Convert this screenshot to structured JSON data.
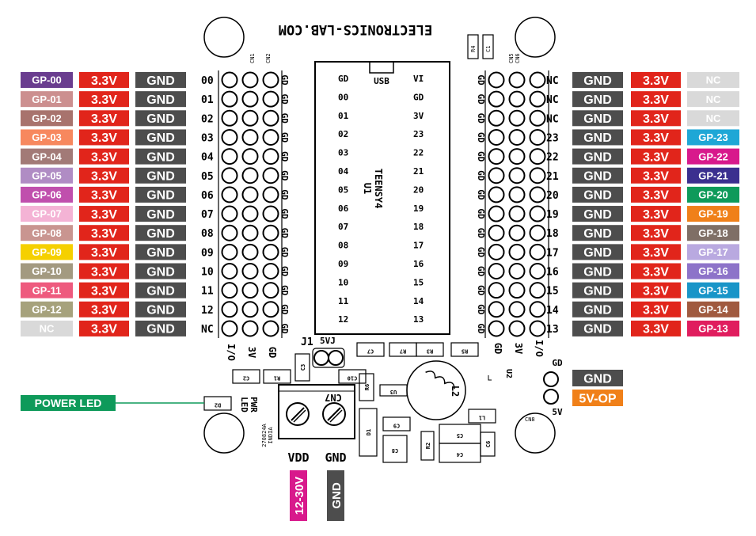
{
  "board": {
    "title": "ELECTRONICS-LAB.COM",
    "code": "270824A",
    "country": "INDIA",
    "mcu_name": "TEENSY4",
    "mcu_ref": "U1",
    "usb_label": "USB",
    "j1": "J1",
    "jumper_5vj": "5VJ",
    "pwr_led": [
      "PWR",
      "LED"
    ],
    "vdd": "VDD",
    "gnd": "GND",
    "cn7": "CN7",
    "cn8": "CN8",
    "left_cn": [
      "CN1",
      "CN2"
    ],
    "right_cn": [
      "CN5",
      "CN6"
    ],
    "bottom_left_header": [
      "I/O",
      "3V",
      "GD"
    ],
    "bottom_right_header": [
      "GD",
      "3V",
      "I/O"
    ],
    "out_header": [
      "GD",
      "5V"
    ],
    "components": [
      "R4",
      "C1",
      "C7",
      "R7",
      "R3",
      "R5",
      "C2",
      "R1",
      "C3",
      "C10",
      "R6",
      "U3",
      "L2",
      "U2",
      "L1",
      "D2",
      "C9",
      "D1",
      "C8",
      "R2",
      "C5",
      "C4",
      "C6"
    ]
  },
  "teensy": {
    "left_pins": [
      "GD",
      "00",
      "01",
      "02",
      "03",
      "04",
      "05",
      "06",
      "07",
      "08",
      "09",
      "10",
      "11",
      "12"
    ],
    "right_pins": [
      "VI",
      "GD",
      "3V",
      "23",
      "22",
      "21",
      "20",
      "19",
      "18",
      "17",
      "16",
      "15",
      "14",
      "13"
    ]
  },
  "left_header": {
    "silk_left": [
      "00",
      "01",
      "02",
      "03",
      "04",
      "05",
      "06",
      "07",
      "08",
      "09",
      "10",
      "11",
      "12",
      "NC"
    ],
    "silk_right": "GD"
  },
  "right_header": {
    "silk_left": "GD",
    "silk_right": [
      "NC",
      "NC",
      "NC",
      "23",
      "22",
      "21",
      "20",
      "19",
      "18",
      "17",
      "16",
      "15",
      "14",
      "13"
    ]
  },
  "left_labels": [
    {
      "gp": "GP-00",
      "gp_color": "#6a3d8f",
      "v": "3.3V",
      "gnd": "GND"
    },
    {
      "gp": "GP-01",
      "gp_color": "#cc8f8f",
      "v": "3.3V",
      "gnd": "GND"
    },
    {
      "gp": "GP-02",
      "gp_color": "#a8736d",
      "v": "3.3V",
      "gnd": "GND"
    },
    {
      "gp": "GP-03",
      "gp_color": "#f7885e",
      "v": "3.3V",
      "gnd": "GND"
    },
    {
      "gp": "GP-04",
      "gp_color": "#a27a77",
      "v": "3.3V",
      "gnd": "GND"
    },
    {
      "gp": "GP-05",
      "gp_color": "#b08cc4",
      "v": "3.3V",
      "gnd": "GND"
    },
    {
      "gp": "GP-06",
      "gp_color": "#c04fad",
      "v": "3.3V",
      "gnd": "GND"
    },
    {
      "gp": "GP-07",
      "gp_color": "#f4b3d5",
      "v": "3.3V",
      "gnd": "GND"
    },
    {
      "gp": "GP-08",
      "gp_color": "#c99590",
      "v": "3.3V",
      "gnd": "GND"
    },
    {
      "gp": "GP-09",
      "gp_color": "#f5d000",
      "v": "3.3V",
      "gnd": "GND"
    },
    {
      "gp": "GP-10",
      "gp_color": "#a39a80",
      "v": "3.3V",
      "gnd": "GND"
    },
    {
      "gp": "GP-11",
      "gp_color": "#ee5a7e",
      "v": "3.3V",
      "gnd": "GND"
    },
    {
      "gp": "GP-12",
      "gp_color": "#a6a27c",
      "v": "3.3V",
      "gnd": "GND"
    },
    {
      "gp": "NC",
      "gp_color": "#d9d9d9",
      "v": "3.3V",
      "gnd": "GND"
    }
  ],
  "right_labels": [
    {
      "gnd": "GND",
      "v": "3.3V",
      "gp": "NC",
      "gp_color": "#d9d9d9"
    },
    {
      "gnd": "GND",
      "v": "3.3V",
      "gp": "NC",
      "gp_color": "#d9d9d9"
    },
    {
      "gnd": "GND",
      "v": "3.3V",
      "gp": "NC",
      "gp_color": "#d9d9d9"
    },
    {
      "gnd": "GND",
      "v": "3.3V",
      "gp": "GP-23",
      "gp_color": "#1ea7d6"
    },
    {
      "gnd": "GND",
      "v": "3.3V",
      "gp": "GP-22",
      "gp_color": "#d8198c"
    },
    {
      "gnd": "GND",
      "v": "3.3V",
      "gp": "GP-21",
      "gp_color": "#3b2f8f"
    },
    {
      "gnd": "GND",
      "v": "3.3V",
      "gp": "GP-20",
      "gp_color": "#0e9a5a"
    },
    {
      "gnd": "GND",
      "v": "3.3V",
      "gp": "GP-19",
      "gp_color": "#f08019"
    },
    {
      "gnd": "GND",
      "v": "3.3V",
      "gp": "GP-18",
      "gp_color": "#7f6f66"
    },
    {
      "gnd": "GND",
      "v": "3.3V",
      "gp": "GP-17",
      "gp_color": "#b9a9e0"
    },
    {
      "gnd": "GND",
      "v": "3.3V",
      "gp": "GP-16",
      "gp_color": "#8d73c9"
    },
    {
      "gnd": "GND",
      "v": "3.3V",
      "gp": "GP-15",
      "gp_color": "#1995c8"
    },
    {
      "gnd": "GND",
      "v": "3.3V",
      "gp": "GP-14",
      "gp_color": "#a05a3f"
    },
    {
      "gnd": "GND",
      "v": "3.3V",
      "gp": "GP-13",
      "gp_color": "#e01d5e"
    }
  ],
  "power_led": {
    "text": "POWER LED",
    "color": "#0e9a5a"
  },
  "output_labels": [
    {
      "text": "GND",
      "color": "#4d4d4d"
    },
    {
      "text": "5V-OP",
      "color": "#f08019"
    }
  ],
  "input_labels": [
    {
      "text": "12-30V",
      "color": "#d8198c"
    },
    {
      "text": "GND",
      "color": "#4d4d4d"
    }
  ],
  "colors": {
    "red": "#e1251b",
    "gray": "#4d4d4d"
  }
}
